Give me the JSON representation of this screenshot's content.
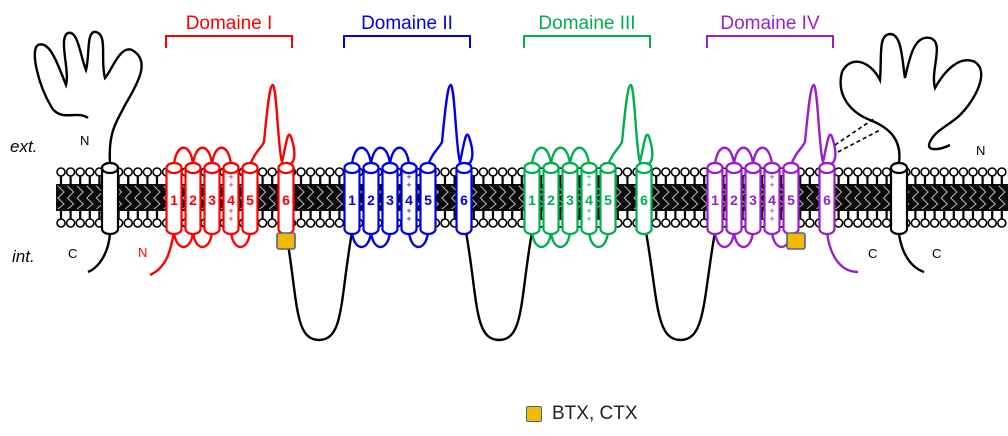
{
  "labels": {
    "ext": "ext.",
    "int": "int."
  },
  "domains": [
    {
      "name": "Domaine I",
      "color": "#ff0000",
      "segments": [
        "1",
        "2",
        "3",
        "4",
        "5",
        "6"
      ]
    },
    {
      "name": "Domaine II",
      "color": "#0000ee",
      "segments": [
        "1",
        "2",
        "3",
        "4",
        "5",
        "6"
      ]
    },
    {
      "name": "Domaine III",
      "color": "#00b050",
      "segments": [
        "1",
        "2",
        "3",
        "4",
        "5",
        "6"
      ]
    },
    {
      "name": "Domaine IV",
      "color": "#9b1fc9",
      "segments": [
        "1",
        "2",
        "3",
        "4",
        "5",
        "6"
      ]
    }
  ],
  "termini": {
    "N": "N",
    "C": "C"
  },
  "charge_symbol": "+",
  "legend": {
    "label": "BTX, CTX",
    "swatch_color": "#f5b800",
    "swatch_border": "#4a6790"
  }
}
